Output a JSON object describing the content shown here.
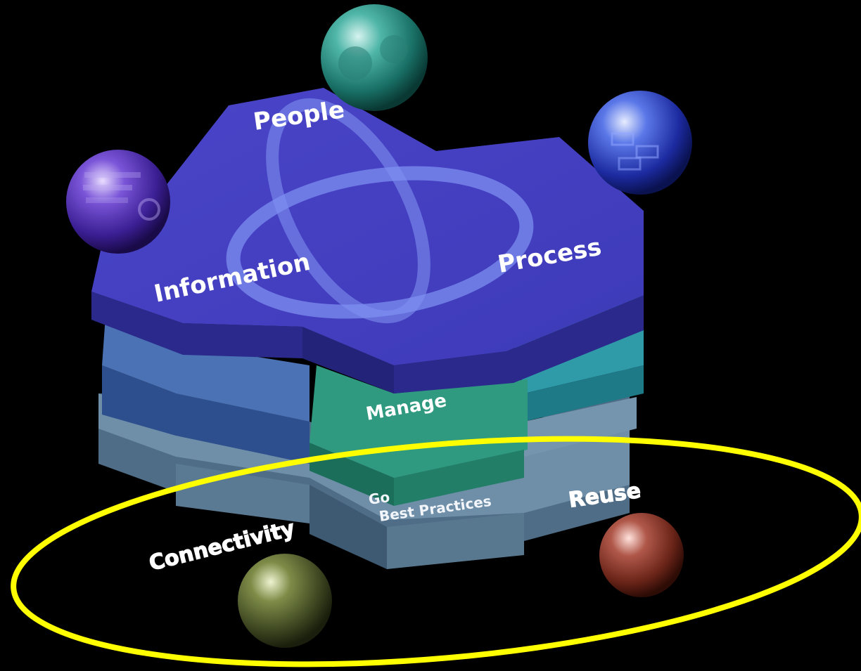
{
  "diagram": {
    "top_labels": {
      "people": "People",
      "information": "Information",
      "process": "Process"
    },
    "middle_labels": {
      "manage": "Manage",
      "governance_prefix": "Go",
      "best_practices": "Best Practices"
    },
    "outside_labels": {
      "connectivity": "Connectivity",
      "reuse": "Reuse"
    },
    "sphere_icons": [
      "people-photo-sphere-icon",
      "binary-data-sphere-icon",
      "process-blocks-sphere-icon",
      "connectivity-sphere-icon",
      "reuse-sphere-icon"
    ],
    "colors": {
      "background": "#000000",
      "top_layer": "#4a46c4",
      "highlight_ellipse": "#ffff00",
      "manage_layer": "#2f9a80",
      "teal_layer": "#2f9aa8",
      "blue_layer": "#3c64a8",
      "base_layer": "#6f8fa8"
    }
  }
}
